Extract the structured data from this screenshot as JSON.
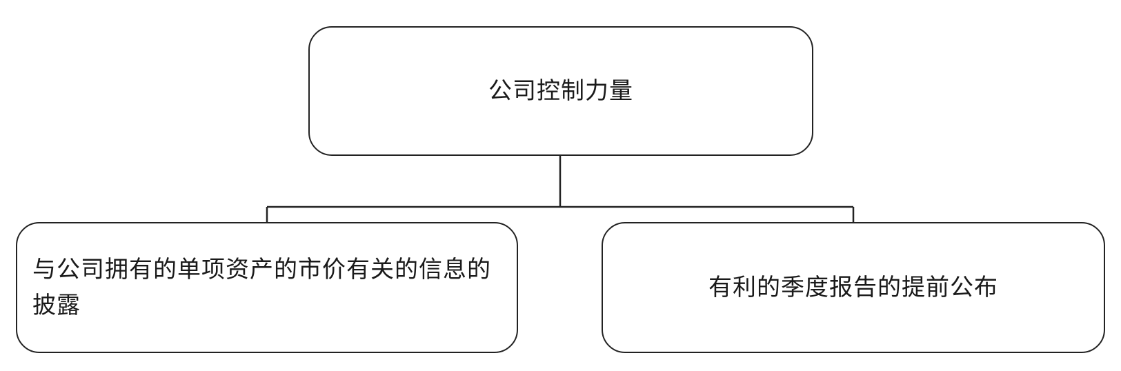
{
  "diagram": {
    "root": {
      "label": "公司控制力量"
    },
    "children": [
      {
        "label": "与公司拥有的单项资产的市价有关的信息的披露"
      },
      {
        "label": "有利的季度报告的提前公布"
      }
    ]
  },
  "colors": {
    "stroke": "#222222",
    "background": "#ffffff"
  }
}
